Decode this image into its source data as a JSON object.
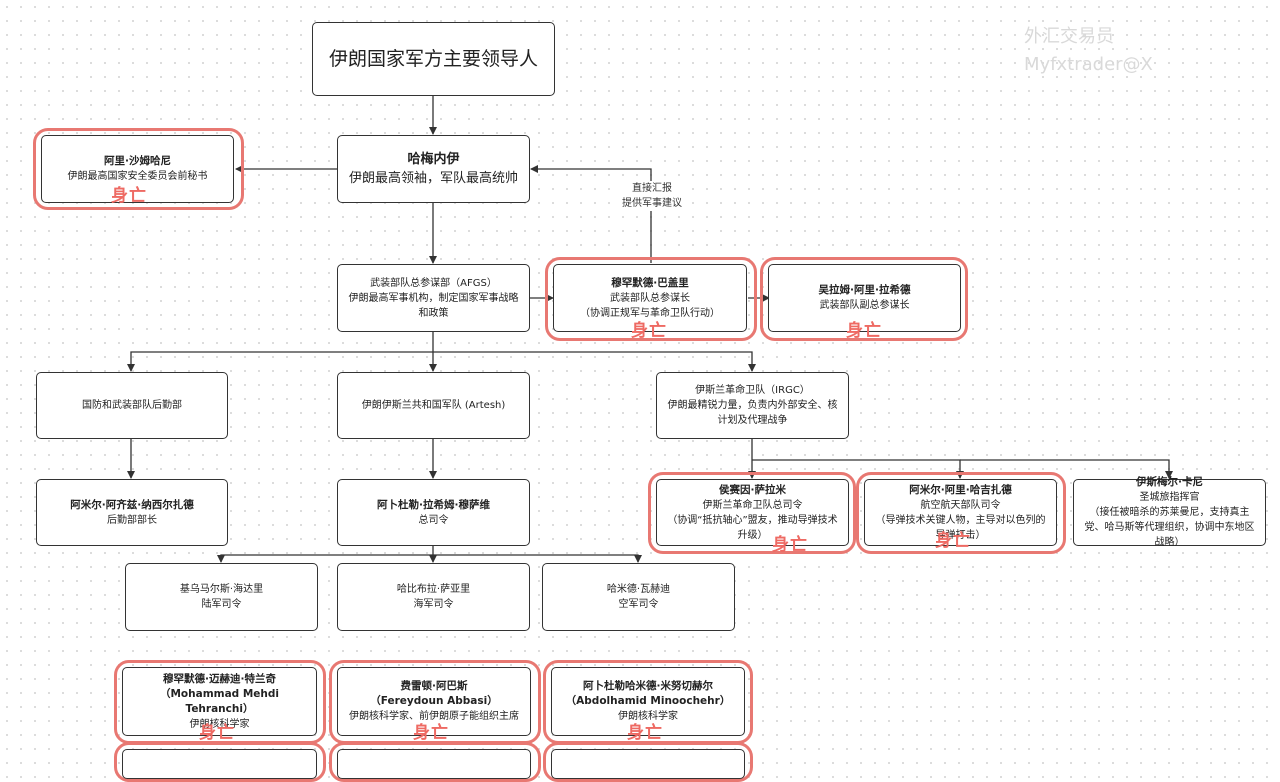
{
  "watermark": {
    "line1": "外汇交易员",
    "line2": "Myfxtrader@X"
  },
  "dead_label": "身亡",
  "report_note": {
    "line1": "直接汇报",
    "line2": "提供军事建议"
  },
  "nodes": {
    "top": {
      "name": "伊朗国家军方主要领导人"
    },
    "khamenei": {
      "name": "哈梅内伊",
      "desc": "伊朗最高领袖，军队最高统帅"
    },
    "shamkhani": {
      "name": "阿里·沙姆哈尼",
      "desc": "伊朗最高国家安全委员会前秘书"
    },
    "afgs": {
      "name": "武装部队总参谋部（AFGS）",
      "desc": "伊朗最高军事机构，制定国家军事战略和政策"
    },
    "bagheri": {
      "name": "穆罕默德·巴盖里",
      "desc": "武装部队总参谋长",
      "desc2": "（协调正规军与革命卫队行动）"
    },
    "rashid": {
      "name": "吴拉姆·阿里·拉希德",
      "desc": "武装部队副总参谋长"
    },
    "logistics": {
      "name": "国防和武装部队后勤部"
    },
    "artesh": {
      "name": "伊朗伊斯兰共和国军队 (Artesh)"
    },
    "irgc": {
      "name": "伊斯兰革命卫队（IRGC）",
      "desc": "伊朗最精锐力量，负责内外部安全、核计划及代理战争"
    },
    "nasirzadeh": {
      "name": "阿米尔·阿齐兹·纳西尔扎德",
      "desc": "后勤部部长"
    },
    "mousavi": {
      "name": "阿卜杜勒·拉希姆·穆萨维",
      "desc": "总司令"
    },
    "salami": {
      "name": "侯赛因·萨拉米",
      "desc": "伊斯兰革命卫队总司令",
      "desc2": "（协调“抵抗轴心”盟友，推动导弹技术升级）"
    },
    "hajizadeh": {
      "name": "阿米尔·阿里·哈吉扎德",
      "desc": "航空航天部队司令",
      "desc2": "（导弹技术关键人物，主导对以色列的导弹打击）"
    },
    "qaani": {
      "name": "伊斯梅尔·卡尼",
      "desc": "圣城旅指挥官",
      "desc2": "（接任被暗杀的苏莱曼尼，支持真主党、哈马斯等代理组织，协调中东地区战略）"
    },
    "heydari": {
      "name": "基乌马尔斯·海达里",
      "desc": "陆军司令"
    },
    "sayyari": {
      "name": "哈比布拉·萨亚里",
      "desc": "海军司令"
    },
    "vahedi": {
      "name": "哈米德·瓦赫迪",
      "desc": "空军司令"
    },
    "tehranchi": {
      "name": "穆罕默德·迈赫迪·特兰奇",
      "name2": "（Mohammad Mehdi Tehranchi）",
      "desc": "伊朗核科学家"
    },
    "abbasi": {
      "name": "费雷顿·阿巴斯",
      "name2": "（Fereydoun Abbasi）",
      "desc": "伊朗核科学家、前伊朗原子能组织主席"
    },
    "minoochehr": {
      "name": "阿卜杜勒哈米德·米努切赫尔",
      "name2": "（Abdolhamid Minoochehr）",
      "desc": "伊朗核科学家"
    }
  }
}
